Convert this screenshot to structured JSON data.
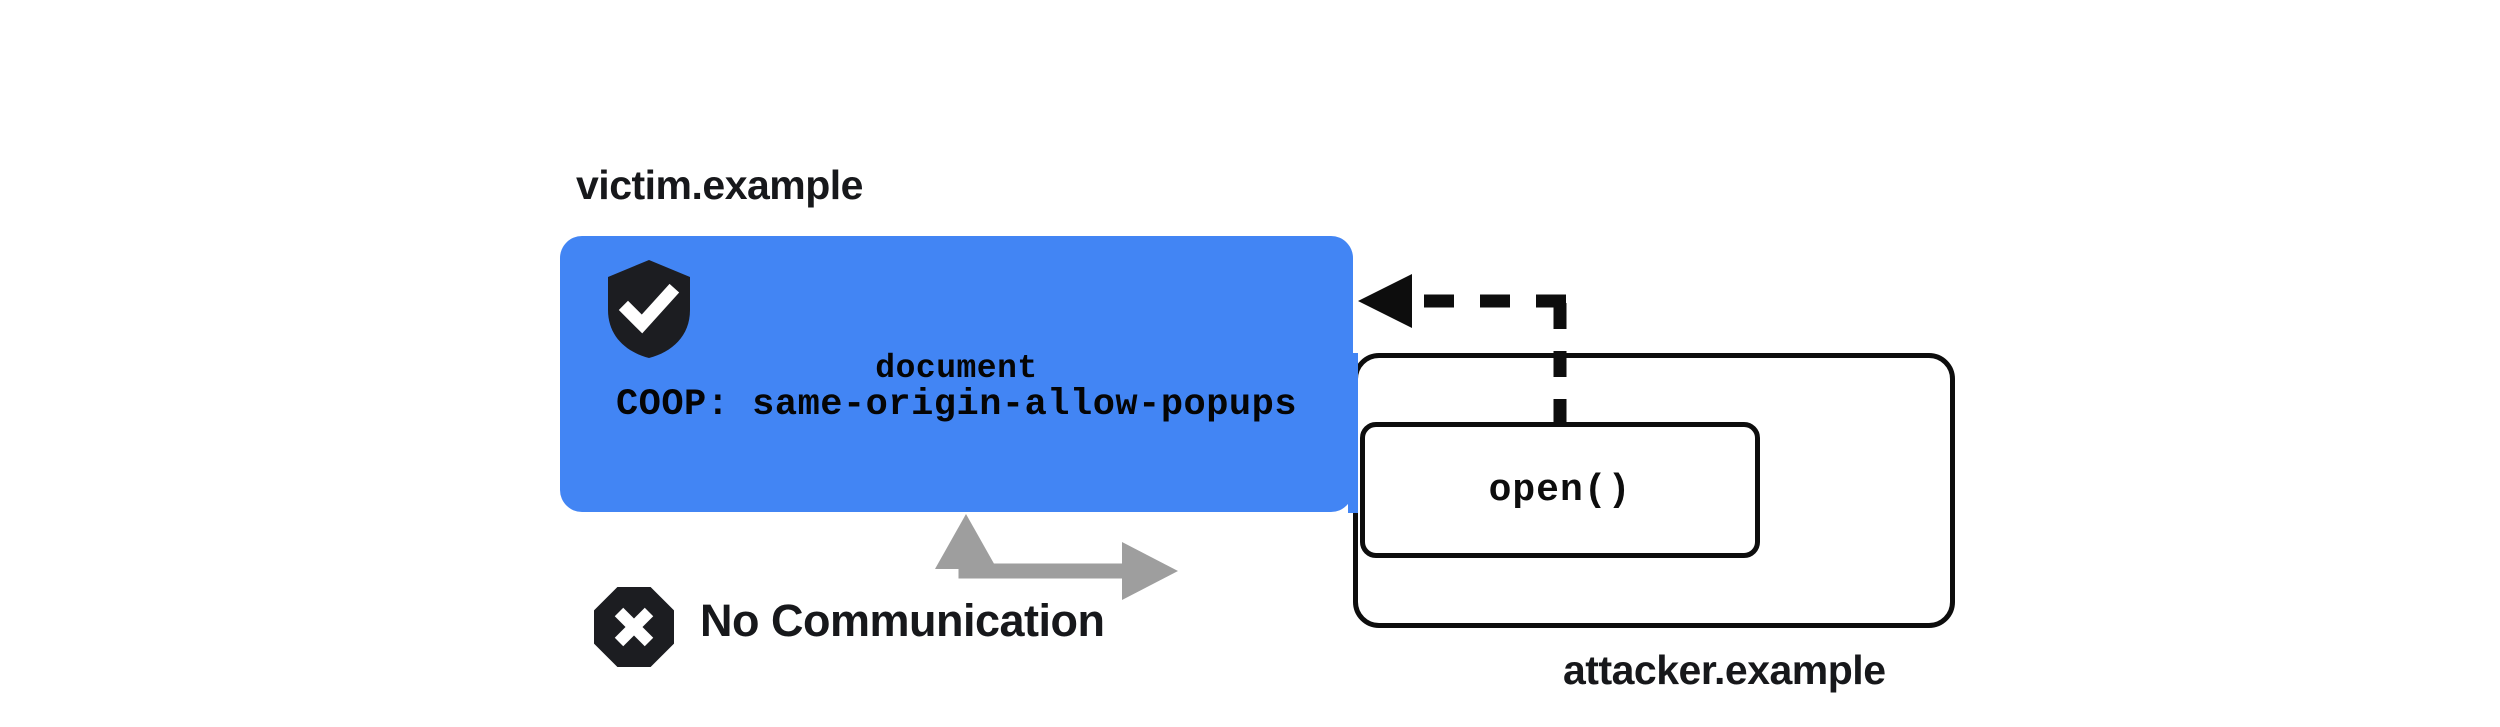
{
  "diagram": {
    "title_victim": "victim.example",
    "title_attacker": "attacker.example",
    "colors": {
      "victim_card": "#4285F4",
      "stroke": "#0D0D0D",
      "gray_arrow": "#9E9E9E",
      "text": "#17181B",
      "icon_check": "#FFFFFF"
    }
  },
  "victim": {
    "label": "victim.example",
    "shield_icon": "shield-check-icon",
    "document_label": "document",
    "coop_label": "COOP: same-origin-allow-popups"
  },
  "attacker": {
    "label": "attacker.example",
    "open_call_label": "open()"
  },
  "relations": {
    "opener_arrow": "dashed-arrow-open-to-document",
    "no_communication_icon": "octagon-x-icon",
    "no_communication_label": "No Communication",
    "blocked_arrow": "gray-bidirectional-arrow"
  }
}
